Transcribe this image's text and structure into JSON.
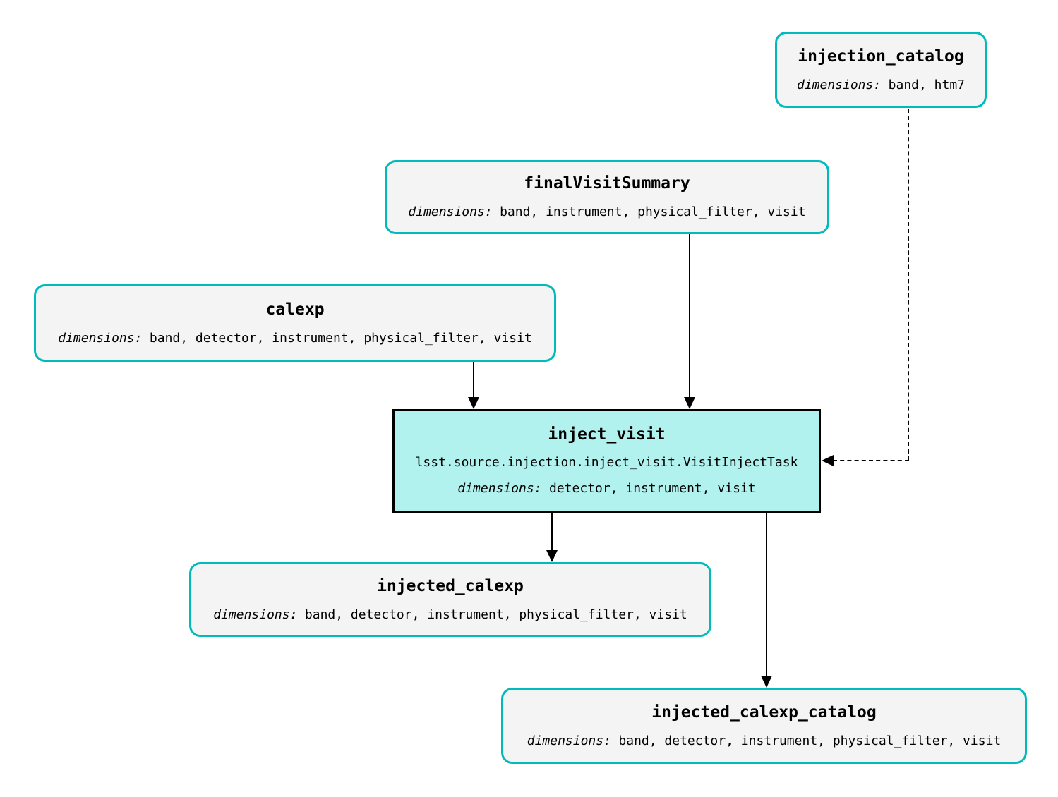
{
  "diagram": {
    "type": "pipeline-graph",
    "dimensions_label": "dimensions:",
    "colors": {
      "background": "#ffffff",
      "dataset_border": "#00babc",
      "dataset_fill": "#f4f4f4",
      "task_border": "#000000",
      "task_fill": "#b1f2ef",
      "edge": "#000000"
    },
    "nodes": {
      "injection_catalog": {
        "title": "injection_catalog",
        "dimensions": "band, htm7",
        "kind": "dataset"
      },
      "finalVisitSummary": {
        "title": "finalVisitSummary",
        "dimensions": "band, instrument, physical_filter, visit",
        "kind": "dataset"
      },
      "calexp": {
        "title": "calexp",
        "dimensions": "band, detector, instrument, physical_filter, visit",
        "kind": "dataset"
      },
      "inject_visit": {
        "title": "inject_visit",
        "task_class": "lsst.source.injection.inject_visit.VisitInjectTask",
        "dimensions": "detector, instrument, visit",
        "kind": "task"
      },
      "injected_calexp": {
        "title": "injected_calexp",
        "dimensions": "band, detector, instrument, physical_filter, visit",
        "kind": "dataset"
      },
      "injected_calexp_catalog": {
        "title": "injected_calexp_catalog",
        "dimensions": "band, detector, instrument, physical_filter, visit",
        "kind": "dataset"
      }
    },
    "edges": [
      {
        "from": "calexp",
        "to": "inject_visit",
        "style": "solid"
      },
      {
        "from": "finalVisitSummary",
        "to": "inject_visit",
        "style": "solid"
      },
      {
        "from": "injection_catalog",
        "to": "inject_visit",
        "style": "dashed"
      },
      {
        "from": "inject_visit",
        "to": "injected_calexp",
        "style": "solid"
      },
      {
        "from": "inject_visit",
        "to": "injected_calexp_catalog",
        "style": "solid"
      }
    ]
  }
}
